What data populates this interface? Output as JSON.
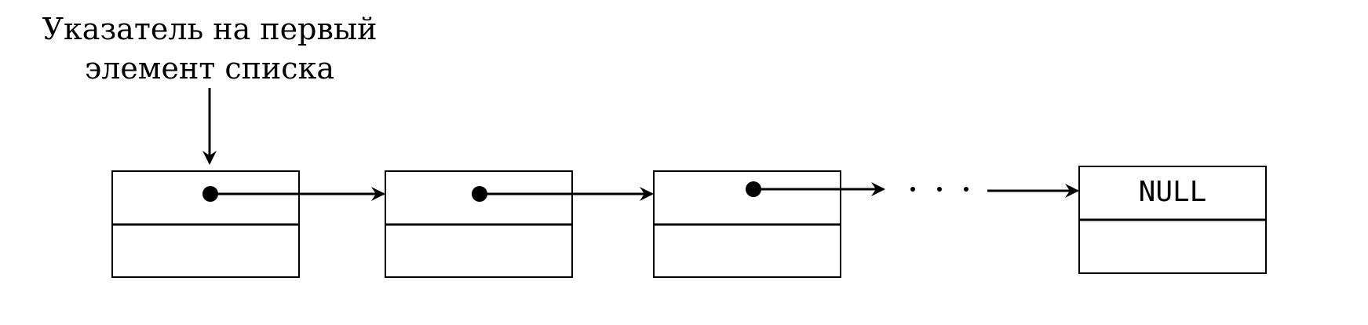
{
  "diagram": {
    "head_label": {
      "line1": "Указатель на первый",
      "line2": "элемент списка"
    },
    "null_label": "NULL",
    "nodes_count": 3,
    "ellipsis": "..."
  }
}
